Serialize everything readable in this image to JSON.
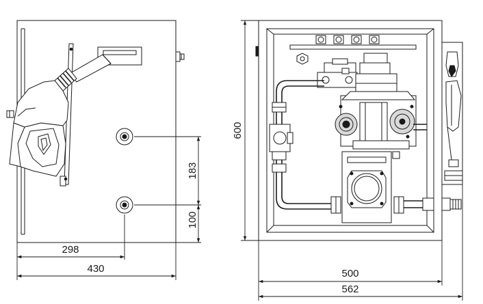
{
  "front_view": {
    "dim_hole_offset": "298",
    "dim_width": "430",
    "dim_hole_spacing": "183",
    "dim_hole_bottom": "100"
  },
  "side_view": {
    "dim_height": "600",
    "dim_inner_width": "500",
    "dim_total_width": "562"
  }
}
